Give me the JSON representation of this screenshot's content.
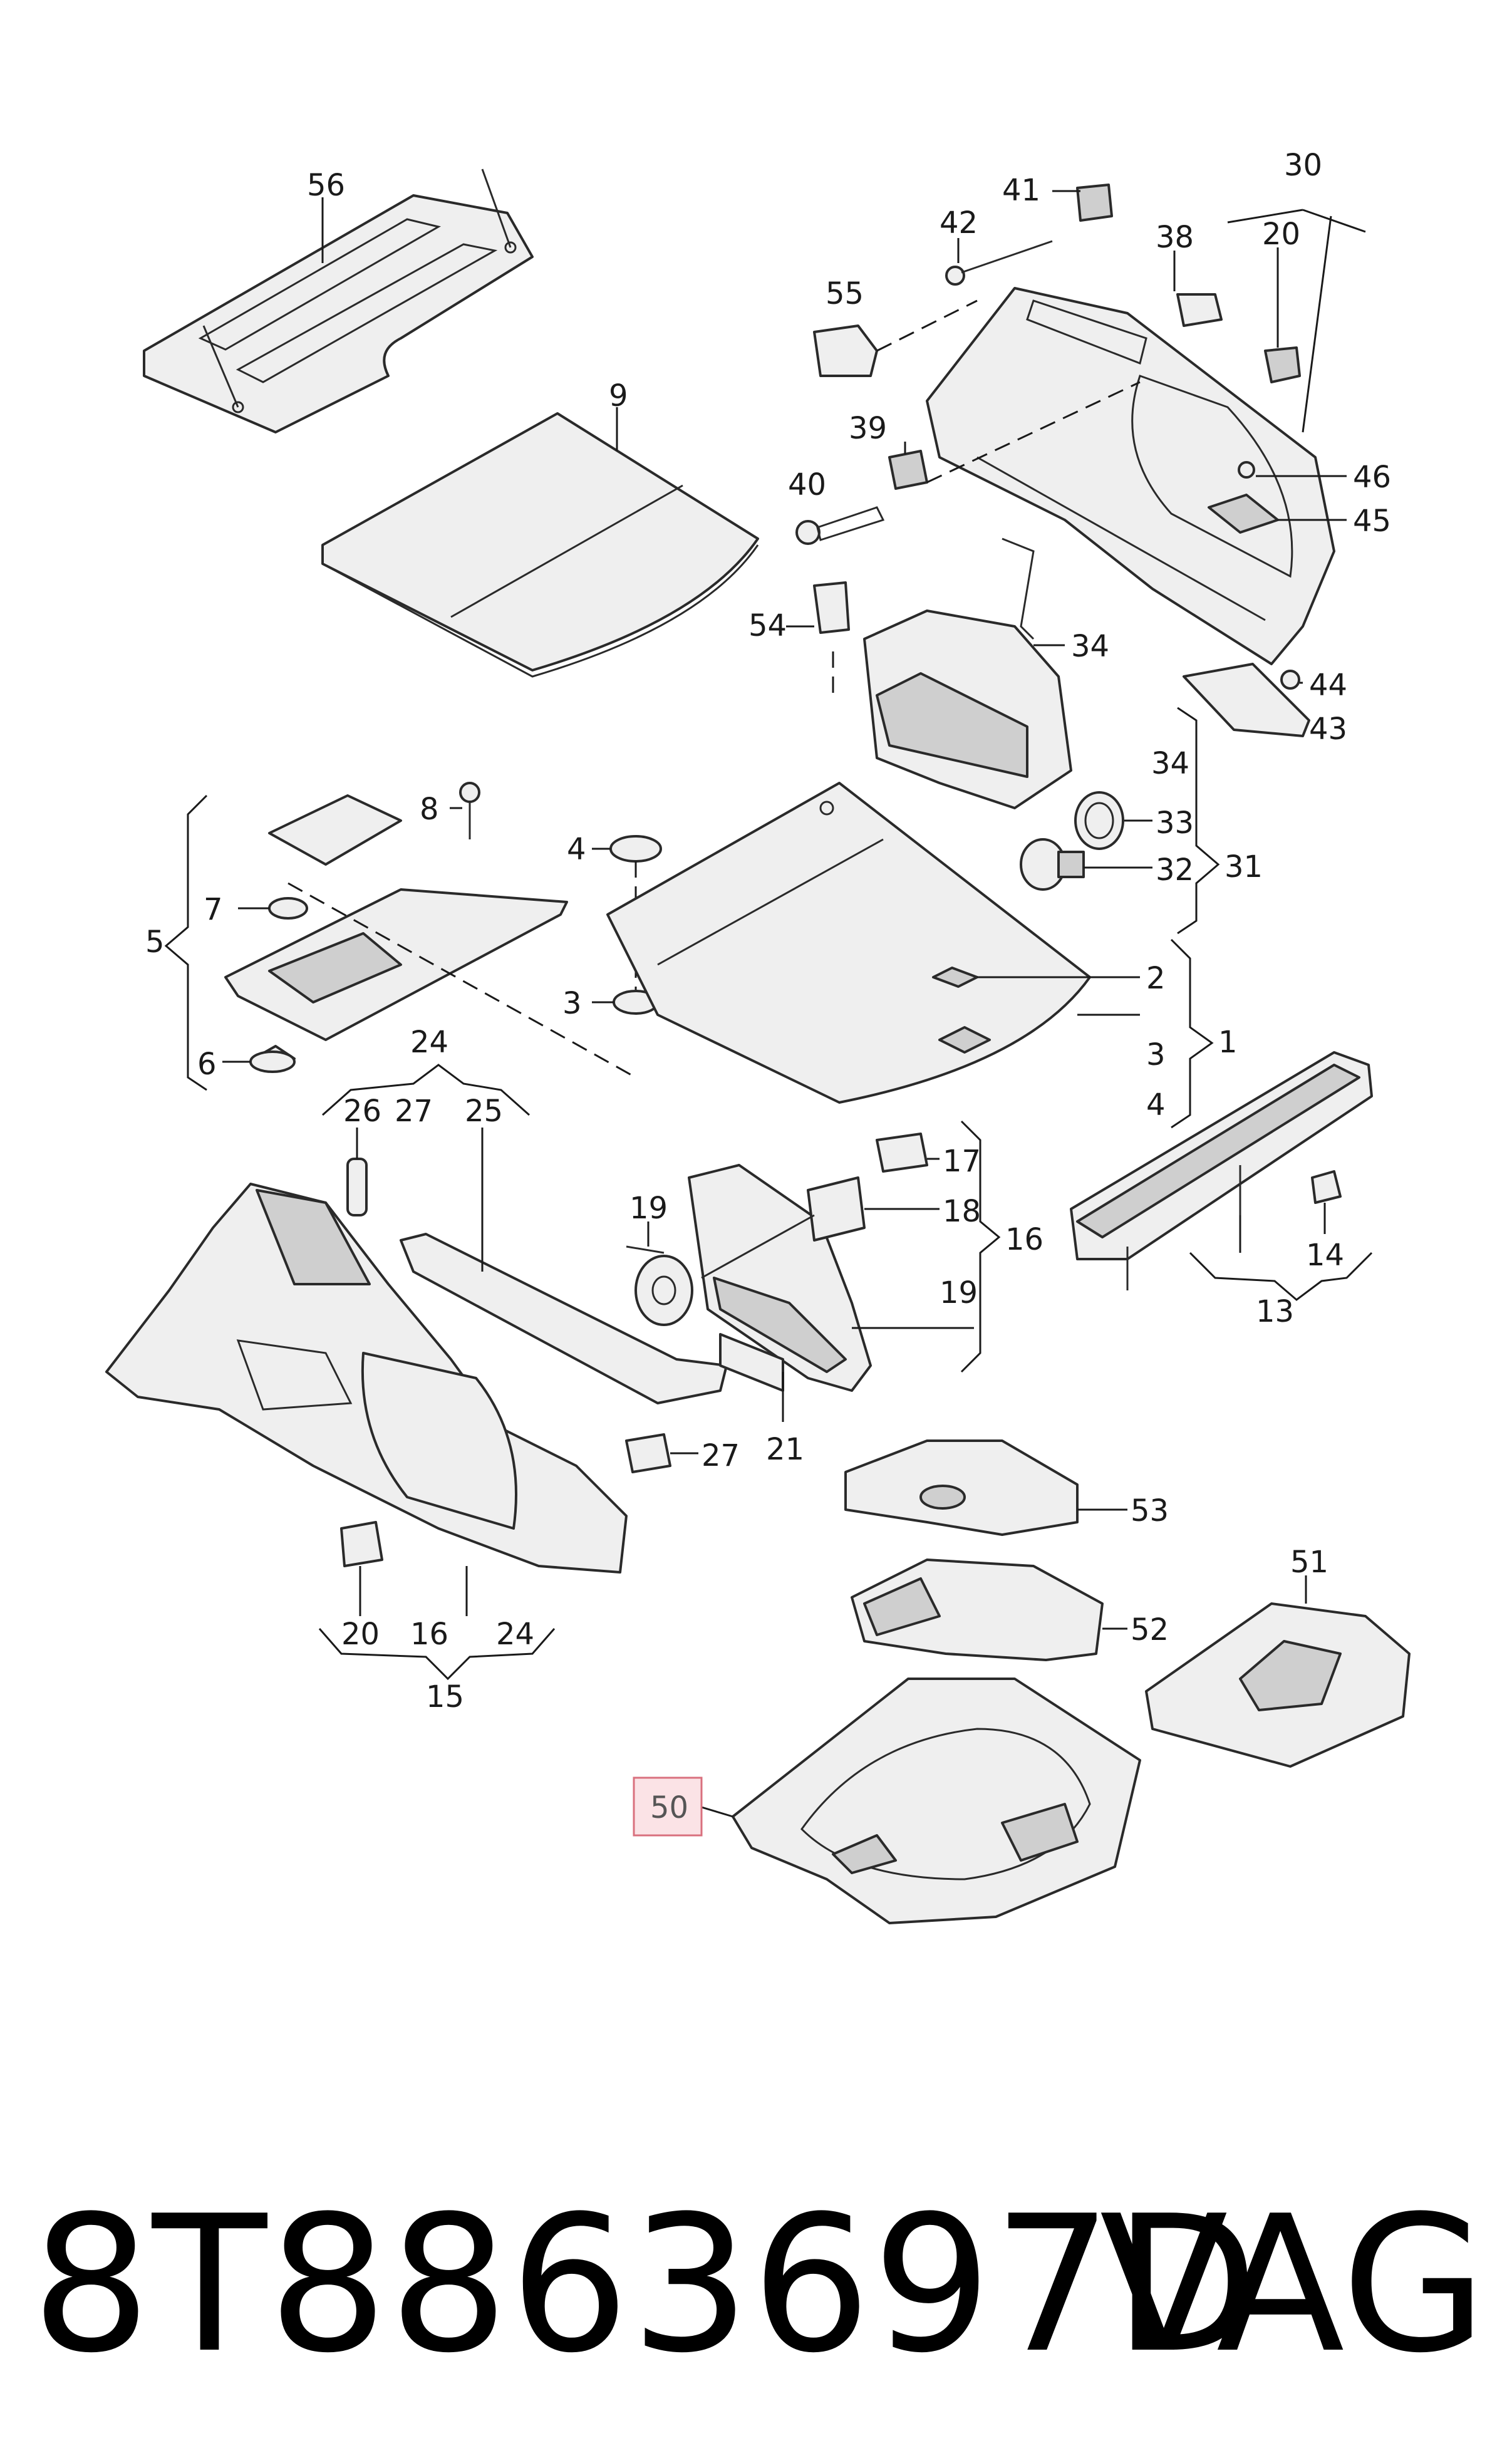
{
  "diagram": {
    "callouts": {
      "c56": "56",
      "c9": "9",
      "c30": "30",
      "c41": "41",
      "c42": "42",
      "c38": "38",
      "c20a": "20",
      "c55": "55",
      "c39": "39",
      "c40": "40",
      "c46": "46",
      "c45": "45",
      "c54": "54",
      "c34a": "34",
      "c44": "44",
      "c43": "43",
      "c34b": "34",
      "c33": "33",
      "c31": "31",
      "c32": "32",
      "c8": "8",
      "c4": "4",
      "c7": "7",
      "c5": "5",
      "c3a": "3",
      "c6": "6",
      "c2": "2",
      "c3b": "3",
      "c1": "1",
      "c4b": "4",
      "c24a": "24",
      "c26": "26",
      "c27a": "27",
      "c25": "25",
      "c17": "17",
      "c19a": "19",
      "c18": "18",
      "c16a": "16",
      "c19b": "19",
      "c14": "14",
      "c13": "13",
      "c21": "21",
      "c27b": "27",
      "c53": "53",
      "c51": "51",
      "c52": "52",
      "c20b": "20",
      "c16b": "16",
      "c24b": "24",
      "c15": "15",
      "c50": "50"
    },
    "highlighted_part": "50",
    "highlight_color": "#fbe3e6"
  },
  "footer": {
    "part_number": "8T8863697D",
    "brand": "VAG"
  }
}
